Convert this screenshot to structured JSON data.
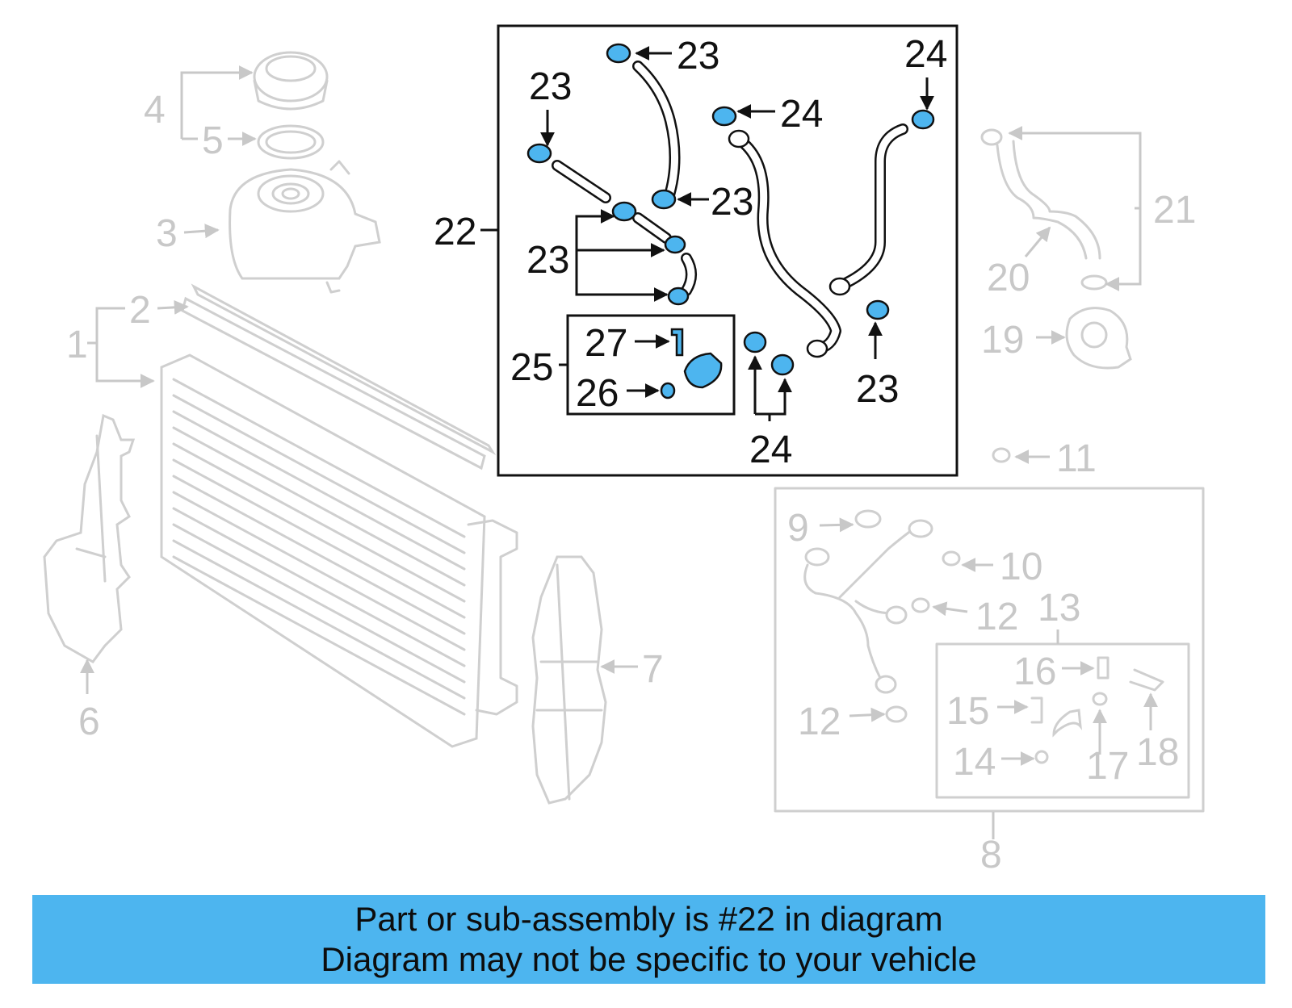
{
  "diagram": {
    "callouts": {
      "c1": "1",
      "c2": "2",
      "c3": "3",
      "c4": "4",
      "c5": "5",
      "c6": "6",
      "c7": "7",
      "c8": "8",
      "c9": "9",
      "c10": "10",
      "c11": "11",
      "c12a": "12",
      "c12b": "12",
      "c13": "13",
      "c14": "14",
      "c15": "15",
      "c16": "16",
      "c17": "17",
      "c18": "18",
      "c19": "19",
      "c20": "20",
      "c21": "21",
      "c22": "22",
      "c23a": "23",
      "c23b": "23",
      "c23c": "23",
      "c23d": "23",
      "c23e": "23",
      "c24a": "24",
      "c24b": "24",
      "c24c": "24",
      "c25": "25",
      "c26": "26",
      "c27": "27"
    },
    "colors": {
      "highlight": "#4db5ef",
      "faded_parts": "#cfcfcf",
      "active_parts": "#111111"
    }
  },
  "banner": {
    "line1": "Part or sub-assembly is #22 in diagram",
    "line2": "Diagram may not be specific to your vehicle"
  }
}
